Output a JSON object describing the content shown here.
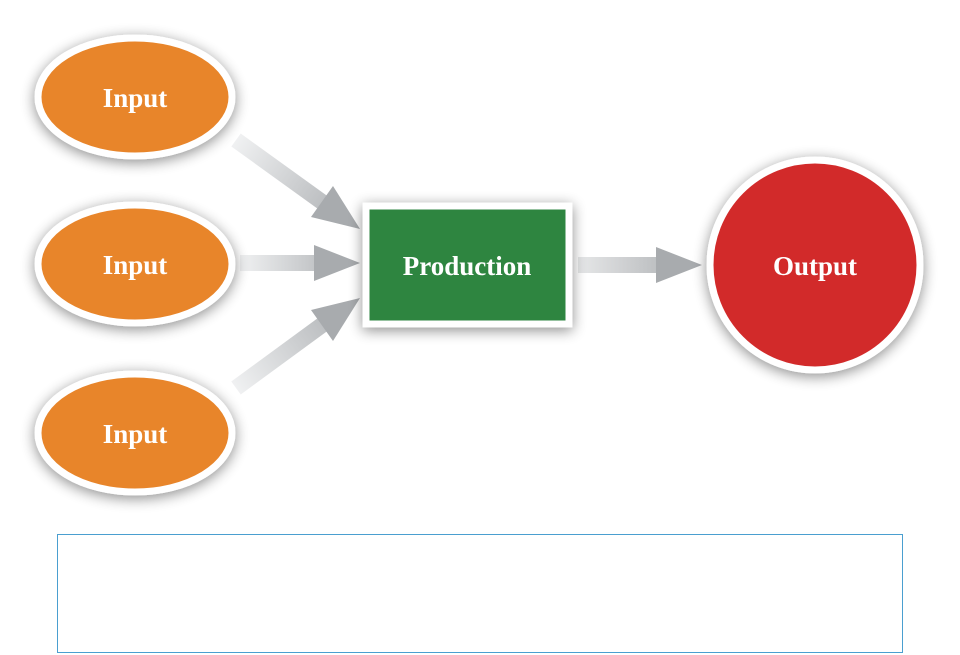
{
  "diagram": {
    "inputs": [
      {
        "label": "Input"
      },
      {
        "label": "Input"
      },
      {
        "label": "Input"
      }
    ],
    "process": {
      "label": "Production"
    },
    "output": {
      "label": "Output"
    }
  },
  "colors": {
    "input_fill": "#e8852a",
    "process_fill": "#2e8540",
    "output_fill": "#d22b2b",
    "arrow": "#c3c6c9",
    "node_border": "#ffffff",
    "caption_border": "#4a9fd0"
  }
}
